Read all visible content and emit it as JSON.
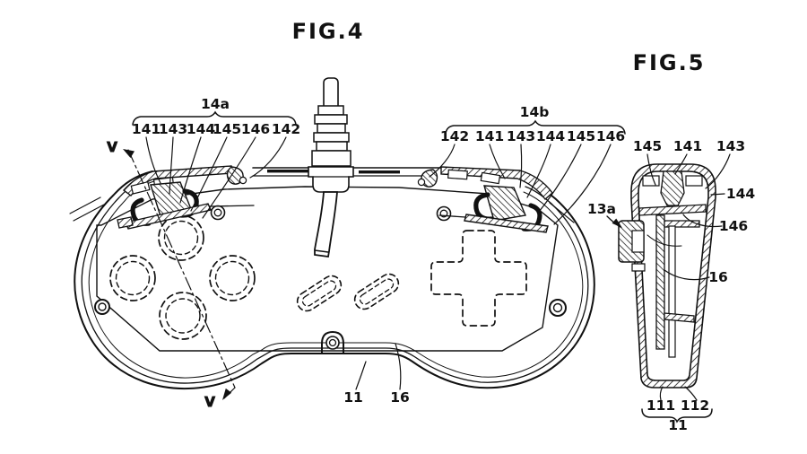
{
  "colors": {
    "ink": "#111111",
    "paper": "#ffffff"
  },
  "fig4": {
    "title": "FIG.4",
    "section_marker_top": "V",
    "section_marker_bottom": "V",
    "brace_left": {
      "label": "14a",
      "refs": [
        "141",
        "143",
        "144",
        "145",
        "146",
        "142"
      ]
    },
    "brace_right": {
      "label": "14b",
      "refs": [
        "142",
        "141",
        "143",
        "144",
        "145",
        "146"
      ]
    },
    "label_housing": "11",
    "label_board": "16"
  },
  "fig5": {
    "title": "FIG.5",
    "labels_top": [
      "145",
      "141",
      "143"
    ],
    "label_144": "144",
    "label_146": "146",
    "label_16": "16",
    "label_13a": "13a",
    "label_111": "111",
    "label_112": "112",
    "label_11": "11"
  }
}
